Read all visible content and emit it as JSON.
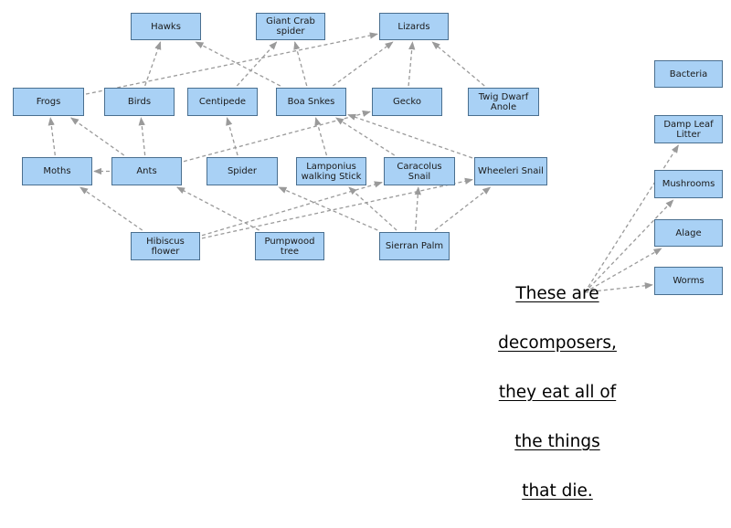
{
  "diagram": {
    "title": "",
    "colors": {
      "node_fill": "#a9d1f5",
      "node_border": "#4a6f8f",
      "arrow": "#9a9a9a"
    },
    "nodes": {
      "hawks": "Hawks",
      "giant_crab_spider": "Giant Crab\nspider",
      "lizards": "Lizards",
      "frogs": "Frogs",
      "birds": "Birds",
      "centipede": "Centipede",
      "boa_snakes": "Boa Snkes",
      "gecko": "Gecko",
      "twig_dwarf_anole": "Twig Dwarf\nAnole",
      "bacteria": "Bacteria",
      "damp_leaf_litter": "Damp Leaf\nLitter",
      "moths": "Moths",
      "ants": "Ants",
      "spider": "Spider",
      "lamponius_walking_stick": "Lamponius\nwalking Stick",
      "caracolus_snail": "Caracolus\nSnail",
      "wheeleri_snail": "Wheeleri Snail",
      "mushrooms": "Mushrooms",
      "hibiscus_flower": "Hibiscus\nflower",
      "pumpwood_tree": "Pumpwood\ntree",
      "sierran_palm": "Sierran Palm",
      "alage": "Alage",
      "worms": "Worms"
    },
    "edges": [
      [
        "ants",
        "moths"
      ],
      [
        "moths",
        "frogs"
      ],
      [
        "ants",
        "frogs"
      ],
      [
        "ants",
        "birds"
      ],
      [
        "birds",
        "hawks"
      ],
      [
        "frogs",
        "lizards"
      ],
      [
        "boa_snakes",
        "hawks"
      ],
      [
        "centipede",
        "giant_crab_spider"
      ],
      [
        "boa_snakes",
        "giant_crab_spider"
      ],
      [
        "boa_snakes",
        "lizards"
      ],
      [
        "gecko",
        "lizards"
      ],
      [
        "twig_dwarf_anole",
        "lizards"
      ],
      [
        "spider",
        "centipede"
      ],
      [
        "ants",
        "gecko"
      ],
      [
        "lamponius_walking_stick",
        "boa_snakes"
      ],
      [
        "caracolus_snail",
        "boa_snakes"
      ],
      [
        "wheeleri_snail",
        "boa_snakes"
      ],
      [
        "hibiscus_flower",
        "moths"
      ],
      [
        "pumpwood_tree",
        "ants"
      ],
      [
        "hibiscus_flower",
        "caracolus_snail"
      ],
      [
        "hibiscus_flower",
        "wheeleri_snail"
      ],
      [
        "sierran_palm",
        "spider"
      ],
      [
        "sierran_palm",
        "lamponius_walking_stick"
      ],
      [
        "sierran_palm",
        "caracolus_snail"
      ],
      [
        "sierran_palm",
        "wheeleri_snail"
      ],
      [
        "decomposer_origin",
        "damp_leaf_litter"
      ],
      [
        "decomposer_origin",
        "mushrooms"
      ],
      [
        "decomposer_origin",
        "alage"
      ],
      [
        "decomposer_origin",
        "worms"
      ]
    ]
  },
  "note": {
    "lines": [
      "These are",
      "decomposers,",
      "they eat all of",
      "the things",
      "that die."
    ]
  }
}
